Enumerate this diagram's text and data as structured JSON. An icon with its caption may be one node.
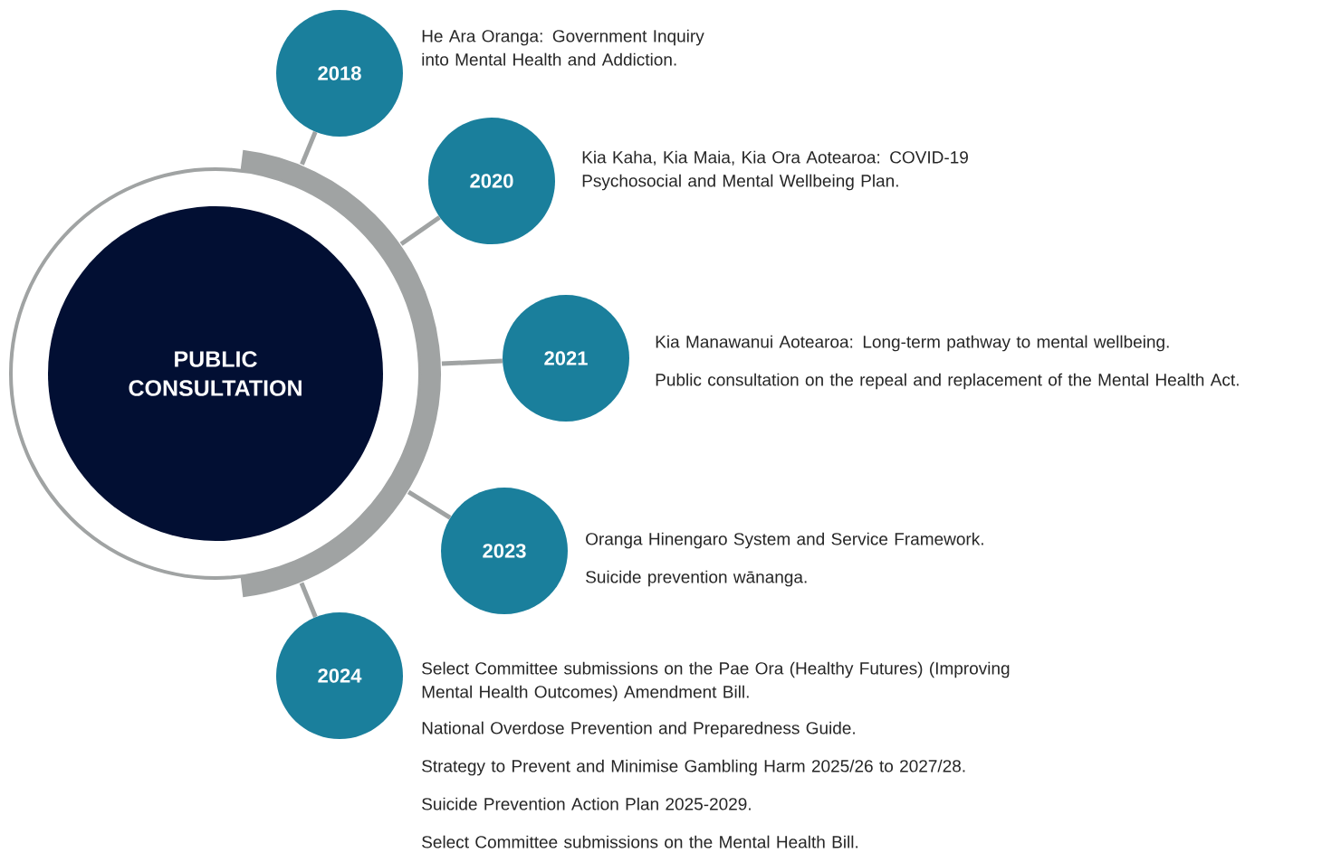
{
  "diagram": {
    "nodes": [
      {
        "text": [
          "PUBLIC CONSULTATION"
        ]
      },
      {
        "text": [
          "2018"
        ],
        "beside": [
          "He Ara Oranga: Government Inquiry into Mental Health and Addiction."
        ]
      },
      {
        "text": [
          "2020"
        ],
        "beside": [
          "Kia Kaha, Kia Maia, Kia Ora Aotearoa: COVID-19 Psychosocial and Mental Wellbeing Plan."
        ]
      },
      {
        "text": [
          "2021"
        ],
        "beside": [
          "Kia Manawanui Aotearoa: Long-term pathway to mental wellbeing.",
          "Public consultation on the repeal and replacement of the Mental Health Act."
        ]
      },
      {
        "text": [
          "2023"
        ],
        "beside": [
          "Oranga Hinengaro System and Service Framework.",
          "Suicide prevention wānanga."
        ]
      },
      {
        "text": [
          "2024"
        ],
        "beside": [
          "Select Committee submissions on the Pae Ora (Healthy Futures) (Improving Mental Health Outcomes) Amendment Bill.",
          "National Overdose Prevention and Preparedness Guide.",
          "Strategy to Prevent and Minimise Gambling Harm 2025/26 to 2027/28.",
          "Suicide Prevention Action Plan 2025-2029.",
          "Select Committee submissions on the Mental Health Bill."
        ]
      }
    ],
    "edges": [
      {
        "from": 0,
        "to": 1,
        "arrow": "none"
      },
      {
        "from": 0,
        "to": 2,
        "arrow": "none"
      },
      {
        "from": 0,
        "to": 3,
        "arrow": "none"
      },
      {
        "from": 0,
        "to": 4,
        "arrow": "none"
      },
      {
        "from": 0,
        "to": 5,
        "arrow": "none"
      }
    ]
  }
}
